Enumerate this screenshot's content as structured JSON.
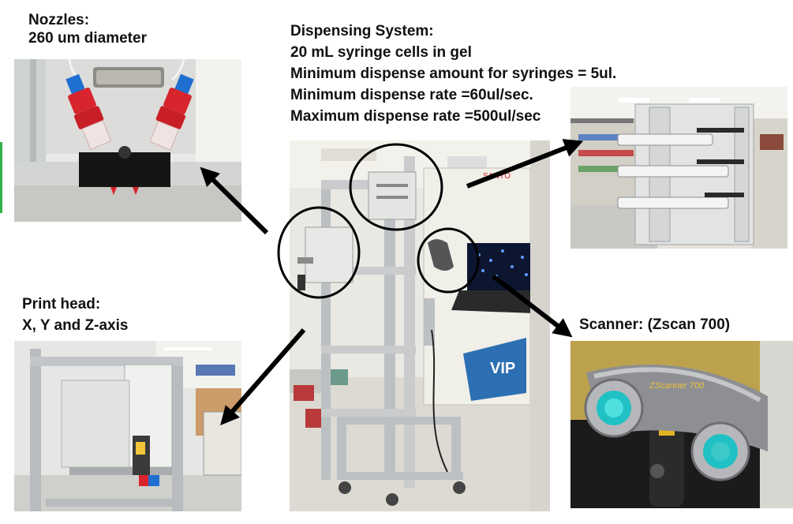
{
  "nozzles": {
    "title": "Nozzles:",
    "detail": "260 um diameter"
  },
  "dispensing": {
    "title": "Dispensing System:",
    "lines": [
      "20 mL syringe cells in gel",
      "Minimum dispense amount for syringes = 5ul.",
      "Minimum dispense rate =60ul/sec.",
      "Maximum dispense rate =500ul/sec"
    ]
  },
  "print_head": {
    "title": "Print head:",
    "detail": "X, Y and Z-axis"
  },
  "scanner": {
    "title": "Scanner: (Zscan 700)",
    "device_text": "ZScanner 700"
  },
  "freezer_text": {
    "brand": "SANYO",
    "model": "VIP"
  },
  "colors": {
    "text": "#111111",
    "arrow": "#000000",
    "frame": "#c9cbcc",
    "nozzle_red": "#d8242c",
    "nozzle_blue": "#1f6fd1",
    "scanner_body": "#8d8f93",
    "scanner_lens": "#1fc1c4"
  }
}
